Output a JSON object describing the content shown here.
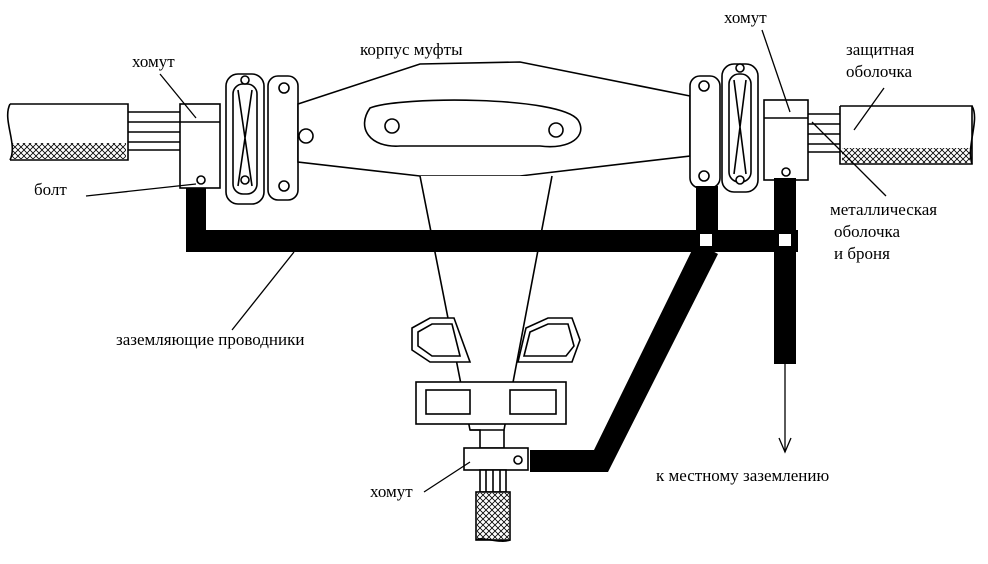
{
  "labels": {
    "coupling_body": "корпус муфты",
    "clamp_left": "хомут",
    "clamp_right": "хомут",
    "clamp_bottom": "хомут",
    "bolt": "болт",
    "protective_sheath_line1": "защитная",
    "protective_sheath_line2": "оболочка",
    "metal_sheath_line1": "металлическая",
    "metal_sheath_line2": "оболочка",
    "metal_sheath_line3": "и броня",
    "ground_conductors": "заземляющие проводники",
    "to_local_ground": "к местному заземлению"
  },
  "colors": {
    "line": "#000000",
    "fill": "#ffffff",
    "conductor": "#000000"
  }
}
